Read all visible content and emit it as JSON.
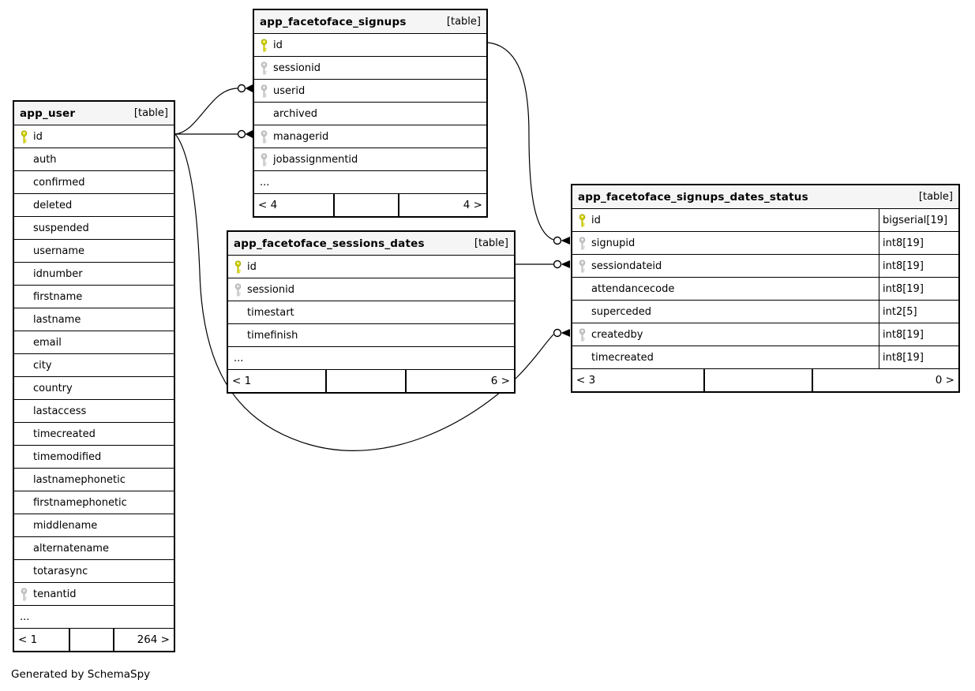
{
  "app": {
    "footer_note": "Generated by SchemaSpy"
  },
  "colors": {
    "pk_key": "#d6d600",
    "pk_key_stroke": "#9e9e00",
    "fk_key": "#cccccc",
    "fk_key_stroke": "#aaaaaa",
    "header_bg": "#f5f5f5",
    "border": "#000000"
  },
  "tables": [
    {
      "name": "app_user",
      "tag": "[table]",
      "rows": [
        {
          "name": "id",
          "key": "pk"
        },
        {
          "name": "auth"
        },
        {
          "name": "confirmed"
        },
        {
          "name": "deleted"
        },
        {
          "name": "suspended"
        },
        {
          "name": "username"
        },
        {
          "name": "idnumber"
        },
        {
          "name": "firstname"
        },
        {
          "name": "lastname"
        },
        {
          "name": "email"
        },
        {
          "name": "city"
        },
        {
          "name": "country"
        },
        {
          "name": "lastaccess"
        },
        {
          "name": "timecreated"
        },
        {
          "name": "timemodified"
        },
        {
          "name": "lastnamephonetic"
        },
        {
          "name": "firstnamephonetic"
        },
        {
          "name": "middlename"
        },
        {
          "name": "alternatename"
        },
        {
          "name": "totarasync"
        },
        {
          "name": "tenantid",
          "key": "fk"
        }
      ],
      "ellipsis": "...",
      "pager": {
        "prev": "< 1",
        "middle": "",
        "next": "264 >"
      }
    },
    {
      "name": "app_facetoface_signups",
      "tag": "[table]",
      "rows": [
        {
          "name": "id",
          "key": "pk"
        },
        {
          "name": "sessionid",
          "key": "fk"
        },
        {
          "name": "userid",
          "key": "fk"
        },
        {
          "name": "archived"
        },
        {
          "name": "managerid",
          "key": "fk"
        },
        {
          "name": "jobassignmentid",
          "key": "fk"
        }
      ],
      "ellipsis": "...",
      "pager": {
        "prev": "< 4",
        "middle": "",
        "next": "4 >"
      }
    },
    {
      "name": "app_facetoface_sessions_dates",
      "tag": "[table]",
      "rows": [
        {
          "name": "id",
          "key": "pk"
        },
        {
          "name": "sessionid",
          "key": "fk"
        },
        {
          "name": "timestart"
        },
        {
          "name": "timefinish"
        }
      ],
      "ellipsis": "...",
      "pager": {
        "prev": "< 1",
        "middle": "",
        "next": "6 >"
      }
    },
    {
      "name": "app_facetoface_signups_dates_status",
      "tag": "[table]",
      "rows": [
        {
          "name": "id",
          "key": "pk",
          "type": "bigserial[19]"
        },
        {
          "name": "signupid",
          "key": "fk",
          "type": "int8[19]"
        },
        {
          "name": "sessiondateid",
          "key": "fk",
          "type": "int8[19]"
        },
        {
          "name": "attendancecode",
          "type": "int8[19]"
        },
        {
          "name": "superceded",
          "type": "int2[5]"
        },
        {
          "name": "createdby",
          "key": "fk",
          "type": "int8[19]"
        },
        {
          "name": "timecreated",
          "type": "int8[19]"
        }
      ],
      "ellipsis": "",
      "pager": {
        "prev": "< 3",
        "middle": "",
        "next": "0 >"
      }
    }
  ]
}
